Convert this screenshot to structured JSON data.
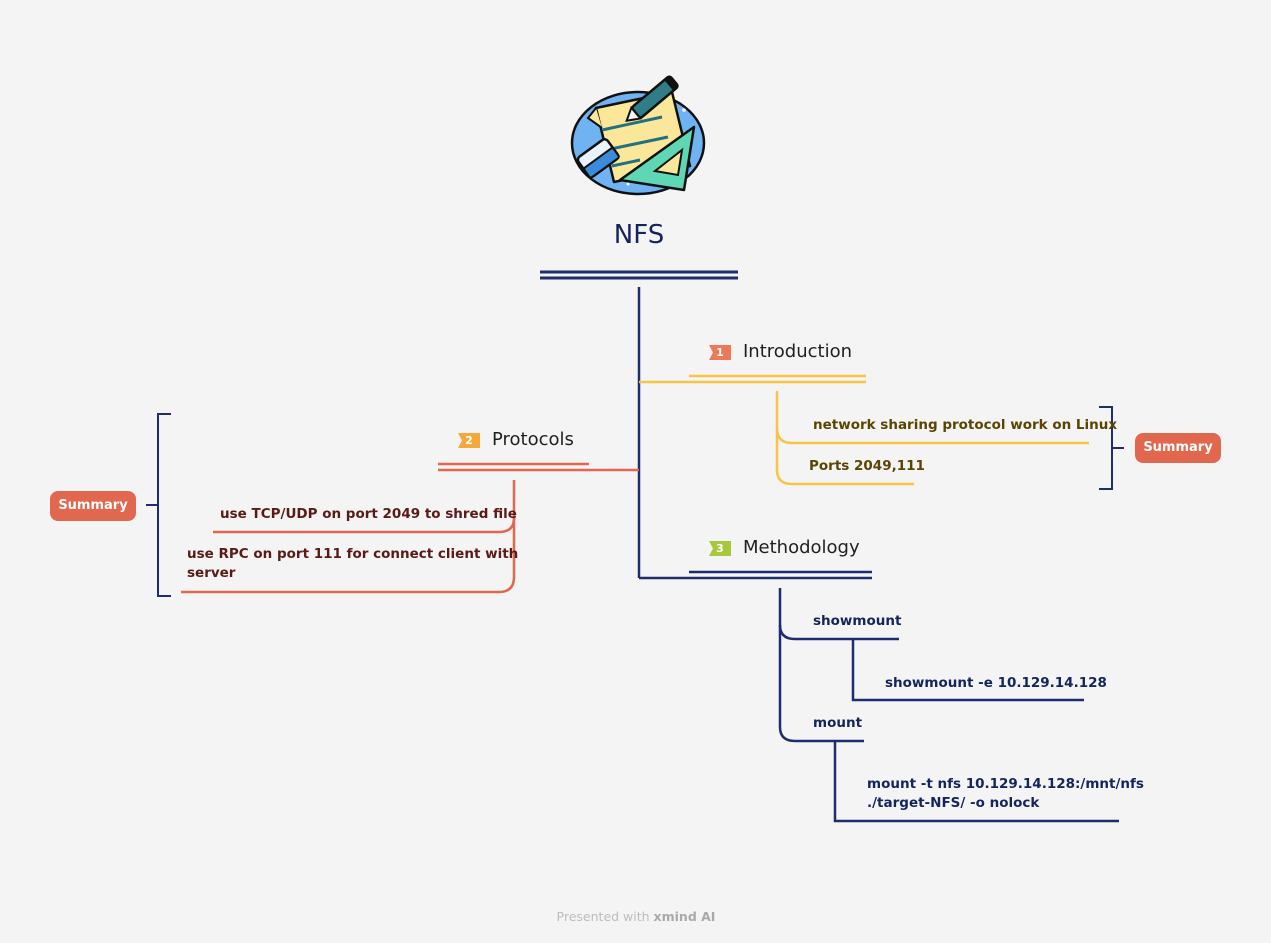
{
  "root": {
    "title": "NFS"
  },
  "branches": {
    "introduction": {
      "number": "1",
      "label": "Introduction",
      "children": [
        "network sharing protocol work on Linux",
        "Ports 2049,111"
      ],
      "summary": "Summary"
    },
    "protocols": {
      "number": "2",
      "label": "Protocols",
      "children": [
        "use TCP/UDP on port 2049 to shred file",
        "use RPC on port 111 for connect client with",
        "server"
      ],
      "summary": "Summary"
    },
    "methodology": {
      "number": "3",
      "label": "Methodology",
      "showmount": {
        "label": "showmount",
        "command": "showmount -e 10.129.14.128"
      },
      "mount": {
        "label": "mount",
        "command_line1": "mount -t nfs 10.129.14.128:/mnt/nfs",
        "command_line2": "./target-NFS/ -o nolock"
      }
    }
  },
  "footer": {
    "prefix": "Presented with",
    "brand": "xmind AI"
  },
  "colors": {
    "navy": "#1d2d6f",
    "yellow": "#f6c548",
    "red": "#e1674f",
    "badge1": "#ec7a58",
    "badge2": "#f4a93a",
    "badge3": "#a8c83c",
    "background": "#f4f4f4"
  }
}
